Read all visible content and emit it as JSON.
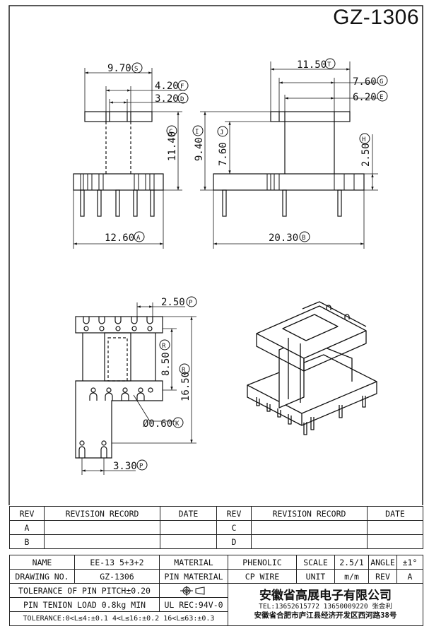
{
  "part_number": "GZ-1306",
  "dimensions": {
    "S": {
      "value": "9.70",
      "letter": "S"
    },
    "F": {
      "value": "4.20",
      "letter": "F"
    },
    "D": {
      "value": "3.20",
      "letter": "D"
    },
    "C": {
      "value": "11.40",
      "letter": "C"
    },
    "A": {
      "value": "12.60",
      "letter": "A"
    },
    "T": {
      "value": "11.50",
      "letter": "T"
    },
    "G": {
      "value": "7.60",
      "letter": "G"
    },
    "E": {
      "value": "6.20",
      "letter": "E"
    },
    "I": {
      "value": "9.40",
      "letter": "I"
    },
    "J": {
      "value": "7.60",
      "letter": "J"
    },
    "H": {
      "value": "2.50",
      "letter": "H"
    },
    "B": {
      "value": "20.30",
      "letter": "B"
    },
    "P": {
      "value": "2.50",
      "letter": "P"
    },
    "R1": {
      "value": "8.50",
      "letter": "R"
    },
    "R2": {
      "value": "16.50",
      "letter": "R"
    },
    "K": {
      "value": "Ø0.60",
      "letter": "K"
    },
    "P2": {
      "value": "3.30",
      "letter": "P"
    }
  },
  "revision": {
    "h_rev": "REV",
    "h_record": "REVISION RECORD",
    "h_date": "DATE",
    "rows": [
      [
        "A",
        "C"
      ],
      [
        "B",
        "D"
      ]
    ]
  },
  "info": {
    "name_label": "NAME",
    "name_value": "EE-13 5+3+2",
    "material_label": "MATERIAL",
    "material_value": "PHENOLIC",
    "scale_label": "SCALE",
    "scale_value": "2.5/1",
    "angle_label": "ANGLE",
    "angle_value": "±1°",
    "drawing_label": "DRAWING NO.",
    "drawing_value": "GZ-1306",
    "pin_material_label": "PIN MATERIAL",
    "pin_material_value": "CP WIRE",
    "unit_label": "UNIT",
    "unit_value": "m/m",
    "rev_label": "REV",
    "rev_value": "A",
    "tolerance_pitch": "TOLERANCE OF PIN PITCH±0.20",
    "pin_tension": "PIN TENION LOAD 0.8kg MIN",
    "ul_rec": "UL REC:94V-0",
    "tolerance_line": "TOLERANCE:0<L≤4:±0.1  4<L≤16:±0.2  16<L≤63:±0.3",
    "company": "安徽省高展电子有限公司",
    "tel": "TEL:13652615772  13650009220  张金利",
    "address": "安徽省合肥市庐江县经济开发区西河路38号"
  }
}
